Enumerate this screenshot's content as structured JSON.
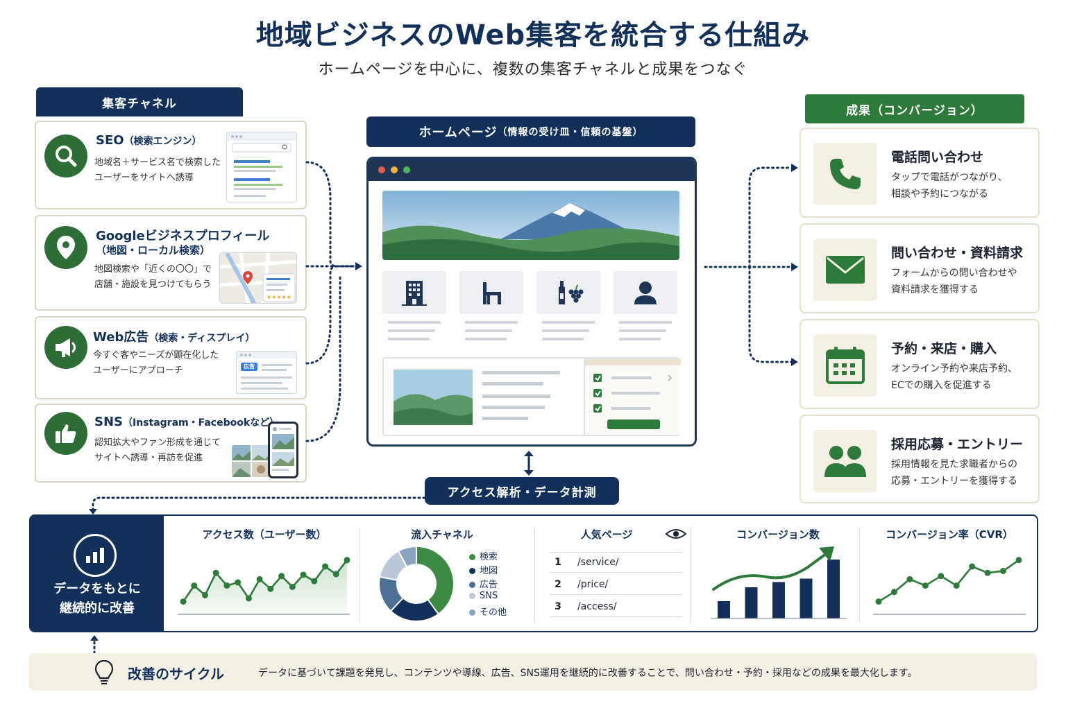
{
  "header": {
    "title": "地域ビジネスのWeb集客を統合する仕組み",
    "subtitle": "ホームページを中心に、複数の集客チャネルと成果をつなぐ"
  },
  "channels": {
    "heading": "集客チャネル",
    "items": [
      {
        "title": "SEO",
        "title_note": "（検索エンジン）",
        "desc1": "地域名＋サービス名で検索した",
        "desc2": "ユーザーをサイトへ誘導",
        "icon": "search-icon"
      },
      {
        "title": "Googleビジネスプロフィール",
        "title_note": "（地図・ローカル検索）",
        "desc1": "地図検索や「近くの〇〇」で",
        "desc2": "店舗・施設を見つけてもらう",
        "icon": "map-pin-icon"
      },
      {
        "title": "Web広告",
        "title_note": "（検索・ディスプレイ）",
        "desc1": "今すぐ客やニーズが顕在化した",
        "desc2": "ユーザーにアプローチ",
        "icon": "megaphone-icon",
        "badge": "広告"
      },
      {
        "title": "SNS",
        "title_note": "（Instagram・Facebookなど）",
        "desc1": "認知拡大やファン形成を通じて",
        "desc2": "サイトへ誘導・再訪を促進",
        "icon": "thumbs-up-icon"
      }
    ]
  },
  "homepage": {
    "label": "ホームページ",
    "label_note": "（情報の受け皿・信頼の基盤）"
  },
  "outcomes": {
    "heading": "成果（コンバージョン）",
    "items": [
      {
        "title": "電話問い合わせ",
        "desc1": "タップで電話がつながり、",
        "desc2": "相談や予約につながる",
        "icon": "phone-icon"
      },
      {
        "title": "問い合わせ・資料請求",
        "desc1": "フォームからの問い合わせや",
        "desc2": "資料請求を獲得する",
        "icon": "envelope-icon"
      },
      {
        "title": "予約・来店・購入",
        "desc1": "オンライン予約や来店予約、",
        "desc2": "ECでの購入を促進する",
        "icon": "calendar-icon"
      },
      {
        "title": "採用応募・エントリー",
        "desc1": "採用情報を見た求職者からの",
        "desc2": "応募・エントリーを獲得する",
        "icon": "people-icon"
      }
    ]
  },
  "analytics": {
    "label": "アクセス解析・データ計測",
    "panel_label1": "データをもとに",
    "panel_label2": "継続的に改善",
    "metrics": {
      "access": "アクセス数（ユーザー数）",
      "inflow": "流入チャネル",
      "popular": "人気ページ",
      "conversions": "コンバージョン数",
      "cvr": "コンバージョン率（CVR）"
    },
    "popular_pages": [
      {
        "rank": "1",
        "path": "/service/"
      },
      {
        "rank": "2",
        "path": "/price/"
      },
      {
        "rank": "3",
        "path": "/access/"
      }
    ]
  },
  "cycle": {
    "title": "改善のサイクル",
    "text": "データに基づいて課題を発見し、コンテンツや導線、広告、SNS運用を継続的に改善することで、問い合わせ・予約・採用などの成果を最大化します。"
  },
  "chart_data": [
    {
      "type": "area",
      "title": "アクセス数（ユーザー数）",
      "x": [
        1,
        2,
        3,
        4,
        5,
        6,
        7,
        8,
        9,
        10,
        11,
        12,
        13,
        14,
        15,
        16
      ],
      "values": [
        2,
        4.5,
        3,
        6.5,
        4.5,
        5,
        2.5,
        5.5,
        4,
        6,
        4.3,
        6.2,
        5.2,
        7.5,
        6.3,
        8.5
      ]
    },
    {
      "type": "pie",
      "title": "流入チャネル",
      "categories": [
        "検索",
        "地図",
        "広告",
        "SNS",
        "その他"
      ],
      "values": [
        40,
        22,
        16,
        14,
        8
      ],
      "colors": [
        "#3d8a45",
        "#12305a",
        "#4e6f96",
        "#b9c7d8",
        "#8aa3bf"
      ]
    },
    {
      "type": "bar",
      "title": "コンバージョン数",
      "categories": [
        "1",
        "2",
        "3",
        "4",
        "5"
      ],
      "values": [
        2,
        3.6,
        4.2,
        4.6,
        6.8
      ]
    },
    {
      "type": "line",
      "title": "コンバージョン率（CVR）",
      "x": [
        1,
        2,
        3,
        4,
        5,
        6,
        7,
        8,
        9,
        10
      ],
      "values": [
        2,
        3.5,
        5.5,
        4.5,
        6,
        4.5,
        7.5,
        6.5,
        6.8,
        8.5
      ]
    }
  ],
  "colors": {
    "navy": "#12305a",
    "green": "#2e7a3a",
    "beige": "#f3efe3"
  }
}
